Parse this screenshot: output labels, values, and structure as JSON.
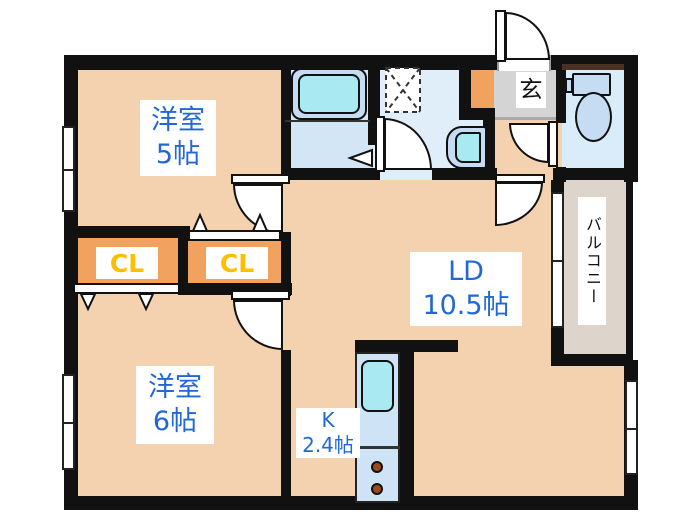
{
  "plan": {
    "type": "apartment-floorplan",
    "rooms": {
      "western_room_5": {
        "name": "洋室",
        "size": "5帖"
      },
      "western_room_6": {
        "name": "洋室",
        "size": "6帖"
      },
      "living_dining": {
        "name": "LD",
        "size": "10.5帖"
      },
      "kitchen": {
        "name": "K",
        "size": "2.4帖"
      },
      "closet_left": {
        "name": "CL"
      },
      "closet_right": {
        "name": "CL"
      },
      "entrance": {
        "name": "玄"
      },
      "balcony": {
        "name": "バルコニー"
      }
    },
    "colors": {
      "floor": "#f4d2af",
      "wall": "#111111",
      "closet": "#f0a25e",
      "closet_text": "#ffbe00",
      "label_text": "#2168d6",
      "bath_floor": "#d2e6f5",
      "washroom_floor": "#e0eefa",
      "toilet_floor": "#d8ecfa",
      "fixture_blue": "#c6dcf2",
      "sink_cyan": "#a9eaf2",
      "genkan_gray": "#d4d4d4",
      "balcony_floor": "#ddd4cb",
      "burner_brown": "#9c4a1a",
      "shelf_brown": "#4a3222",
      "counter_blue": "#cfe3f6"
    }
  }
}
